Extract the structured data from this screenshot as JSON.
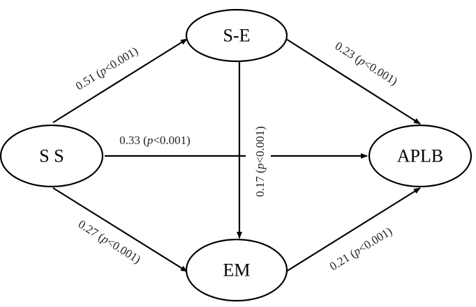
{
  "nodes": {
    "ss": {
      "label": "S S"
    },
    "se": {
      "label": "S-E"
    },
    "em": {
      "label": "EM"
    },
    "aplb": {
      "label": "APLB"
    }
  },
  "edges": {
    "ss_se": {
      "coef": "0.51",
      "p_var": "p",
      "p_cond": "<0.001"
    },
    "se_aplb": {
      "coef": "0.23",
      "p_var": "p",
      "p_cond": "<0.001"
    },
    "ss_aplb": {
      "coef": "0.33",
      "p_var": "p",
      "p_cond": "<0.001"
    },
    "se_em": {
      "coef": "0.17",
      "p_var": "p",
      "p_cond": "<0.001"
    },
    "ss_em": {
      "coef": "0.27",
      "p_var": "p",
      "p_cond": "<0.001"
    },
    "em_aplb": {
      "coef": "0.21",
      "p_var": "p",
      "p_cond": "<0.001"
    }
  }
}
